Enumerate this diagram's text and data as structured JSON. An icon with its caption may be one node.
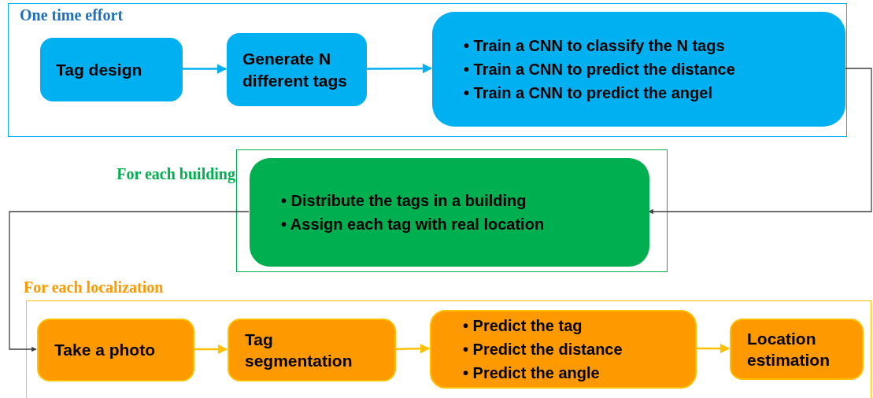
{
  "diagram": {
    "nodes": [
      {
        "text": [
          "One time effort"
        ]
      },
      {
        "text": [
          "Tag design"
        ],
        "in": 0
      },
      {
        "text": [
          "Generate N different tags"
        ],
        "in": 0
      },
      {
        "text": [
          "• Train a CNN to classify the N tags",
          "• Train a CNN to predict the distance",
          "• Train a CNN to predict the angel"
        ],
        "in": 0
      },
      {
        "text": [
          "For each building"
        ]
      },
      {
        "text": [
          "• Distribute the tags in a building",
          "• Assign each tag with real location"
        ],
        "in": 4
      },
      {
        "text": [
          "For each localization"
        ]
      },
      {
        "text": [
          "Take a photo"
        ],
        "in": 6
      },
      {
        "text": [
          "Tag segmentation"
        ],
        "in": 6
      },
      {
        "text": [
          "• Predict the tag",
          "• Predict the distance",
          "• Predict the angle"
        ],
        "in": 6
      },
      {
        "text": [
          "Location estimation"
        ],
        "in": 6
      }
    ],
    "edges": [
      {
        "from": 1,
        "to": 2,
        "arrow": "to",
        "color": "#00b0f0"
      },
      {
        "from": 2,
        "to": 3,
        "arrow": "to",
        "color": "#00b0f0"
      },
      {
        "from": 3,
        "to": 5,
        "arrow": "to",
        "color": "#404040"
      },
      {
        "from": 5,
        "to": 7,
        "arrow": "to",
        "color": "#404040"
      },
      {
        "from": 7,
        "to": 8,
        "arrow": "to",
        "color": "#ffc000"
      },
      {
        "from": 8,
        "to": 9,
        "arrow": "to",
        "color": "#ffc000"
      },
      {
        "from": 9,
        "to": 10,
        "arrow": "to",
        "color": "#ffc000"
      }
    ]
  }
}
